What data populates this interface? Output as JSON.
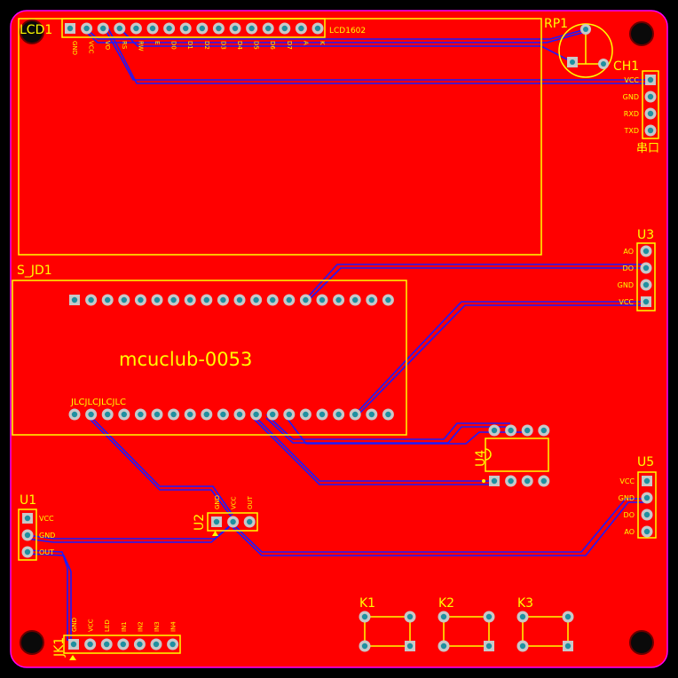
{
  "board_label": "mcuclub-0053",
  "colors": {
    "copper": "#ff0000",
    "outline": "#ff00ff",
    "silk": "#ffff00",
    "trace": "#1a1aff",
    "pad": "#c8c8c8",
    "hole": "#1f8fa0"
  },
  "components": {
    "lcd": {
      "designator": "LCD1",
      "value": "LCD1602",
      "pins": [
        "GND",
        "VCC",
        "VO",
        "RS",
        "RW",
        "E",
        "D0",
        "D1",
        "D2",
        "D3",
        "D4",
        "D5",
        "D6",
        "D7",
        "A",
        "K"
      ]
    },
    "rp": {
      "designator": "RP1"
    },
    "ch": {
      "designator": "CH1",
      "name": "串口",
      "pins": [
        "VCC",
        "GND",
        "RXD",
        "TXD"
      ]
    },
    "mcu": {
      "designator": "S_JD1",
      "marking": "JLCJLCJLCJLC"
    },
    "u3": {
      "designator": "U3",
      "pins": [
        "AO",
        "DO",
        "GND",
        "VCC"
      ]
    },
    "u4": {
      "designator": "U4"
    },
    "u5": {
      "designator": "U5",
      "pins": [
        "VCC",
        "GND",
        "DO",
        "AO"
      ]
    },
    "u1": {
      "designator": "U1",
      "pins": [
        "VCC",
        "GND",
        "OUT"
      ]
    },
    "u2": {
      "designator": "U2",
      "pins": [
        "GND",
        "VCC",
        "OUT"
      ]
    },
    "jk": {
      "designator": "JK1",
      "pins": [
        "GND",
        "VCC",
        "LED",
        "IN1",
        "IN2",
        "IN3",
        "IN4"
      ]
    },
    "k1": {
      "designator": "K1"
    },
    "k2": {
      "designator": "K2"
    },
    "k3": {
      "designator": "K3"
    }
  }
}
